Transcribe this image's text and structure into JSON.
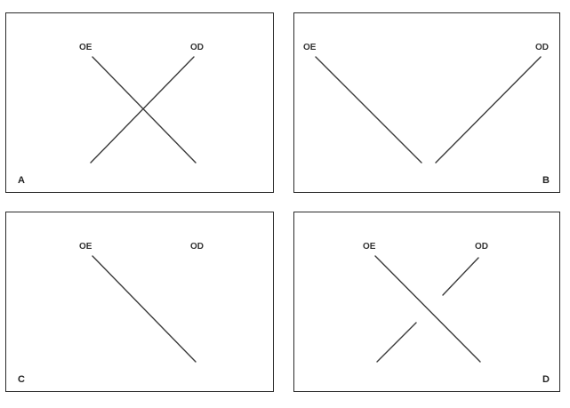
{
  "panels": [
    {
      "letter": "A",
      "left_eye": "OE",
      "right_eye": "OD"
    },
    {
      "letter": "B",
      "left_eye": "OE",
      "right_eye": "OD"
    },
    {
      "letter": "C",
      "left_eye": "OE",
      "right_eye": "OD"
    },
    {
      "letter": "D",
      "left_eye": "OE",
      "right_eye": "OD"
    }
  ]
}
